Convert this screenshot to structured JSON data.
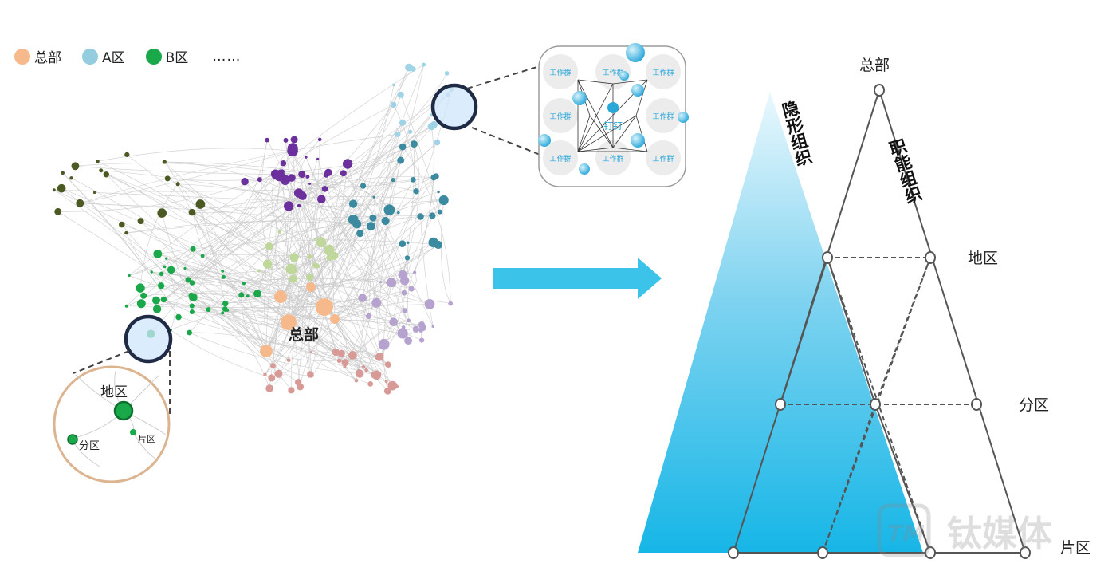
{
  "legend": {
    "items": [
      {
        "label": "总部",
        "color": "#f6b98c"
      },
      {
        "label": "A区",
        "color": "#94cce0"
      },
      {
        "label": "B区",
        "color": "#19a84a"
      }
    ],
    "more": "……"
  },
  "network": {
    "center_label": "总部",
    "inset": {
      "region": "地区",
      "district": "分区",
      "area": "片区"
    },
    "clusters": [
      {
        "name": "olive",
        "color": "#4a5a22"
      },
      {
        "name": "purple",
        "color": "#6b2f9e"
      },
      {
        "name": "teal",
        "color": "#3b8aa0"
      },
      {
        "name": "green",
        "color": "#1aa84a"
      },
      {
        "name": "lightgreen",
        "color": "#bfd79a"
      },
      {
        "name": "lavender",
        "color": "#b5a2cf"
      },
      {
        "name": "orange",
        "color": "#f6b98c"
      },
      {
        "name": "rose",
        "color": "#d79a96"
      },
      {
        "name": "lightblue",
        "color": "#9fd3e6"
      }
    ]
  },
  "dingtalk": {
    "group_label": "工作群",
    "app_label": "钉钉"
  },
  "pyramid": {
    "implicit_label": "隐形组织",
    "functional_label": "职能组织",
    "levels": [
      "总部",
      "地区",
      "分区",
      "片区"
    ]
  },
  "watermark": {
    "text": "钛媒体",
    "logo": "TM"
  },
  "colors": {
    "arrow": "#3cc3ea",
    "gradient_top": "#e9f7fc",
    "gradient_bottom": "#19b8e8",
    "line": "#555555"
  }
}
